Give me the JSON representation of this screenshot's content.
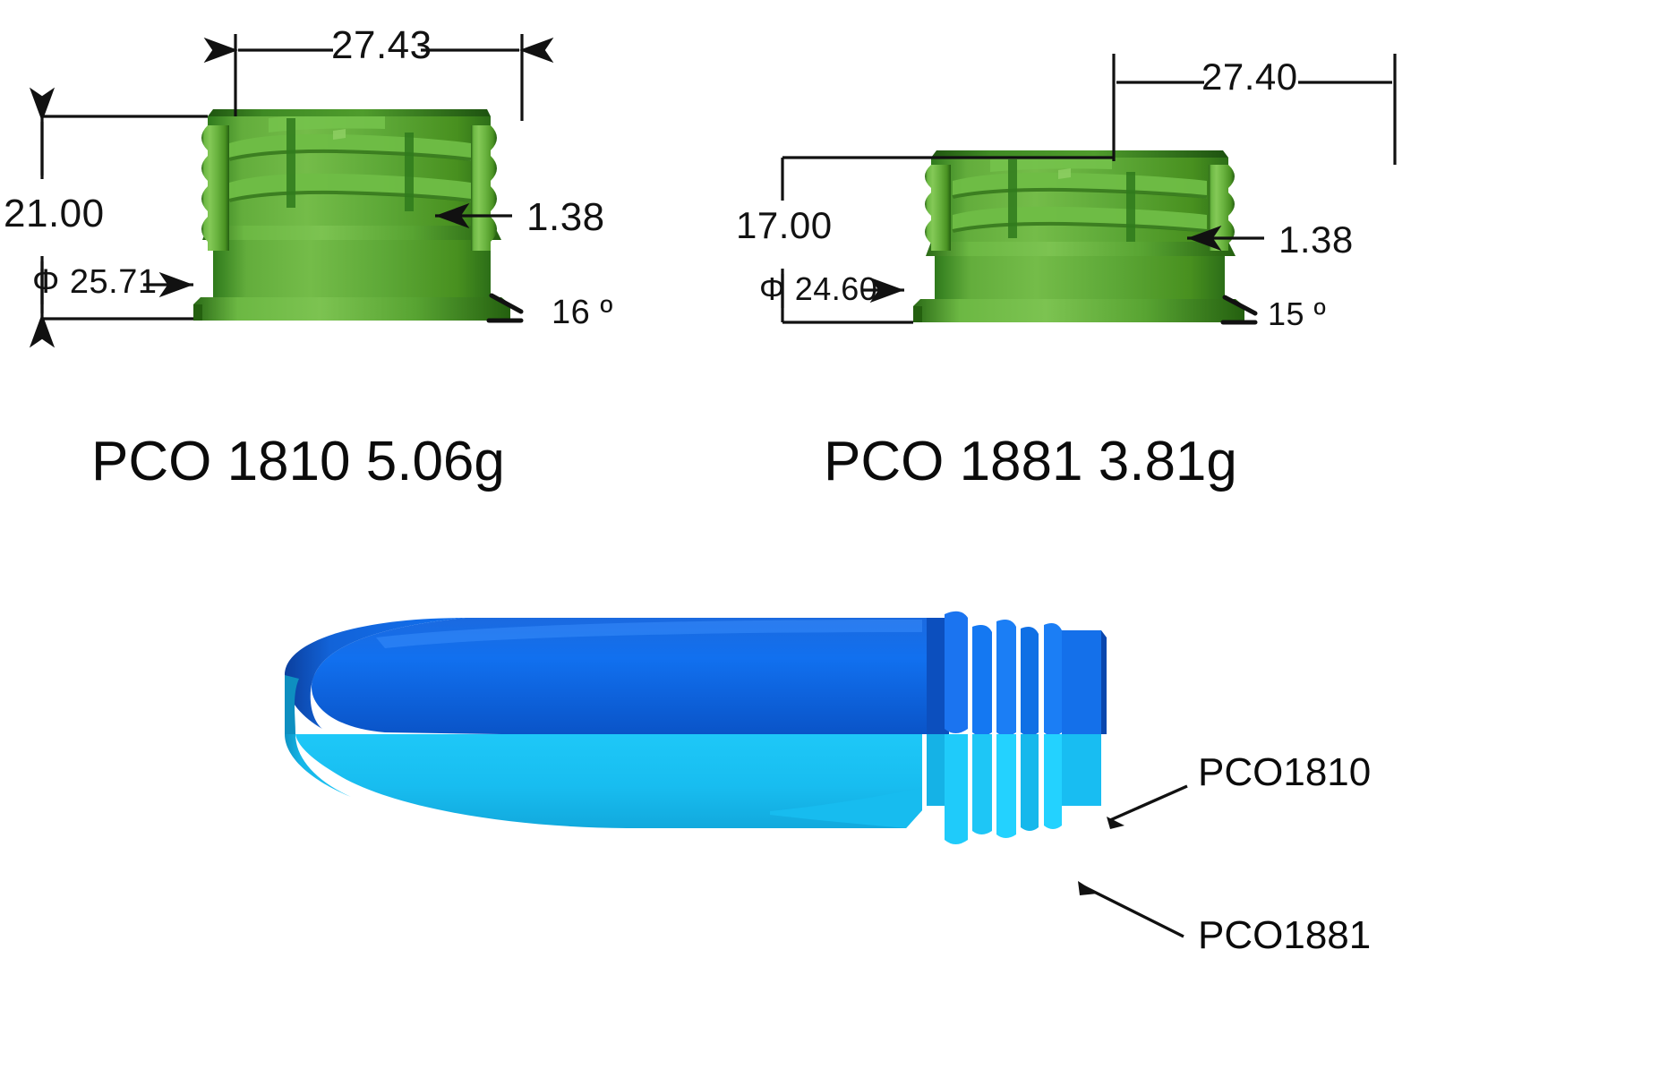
{
  "figure": {
    "kind": "technical-drawing",
    "background_color": "#ffffff",
    "ink_color": "#111111"
  },
  "neck_finish_left": {
    "part_label": "PCO 1810   5.06g",
    "part_name": "PCO 1810",
    "weight": "5.06g",
    "render_color_main": "#4ea32e",
    "render_color_shadow": "#2f7a1c",
    "dimensions": {
      "outer_diameter": "27.43",
      "height": "21.00",
      "inner_diameter_label": "Φ  25.71",
      "inner_diameter_value": "25.71",
      "wall_thickness": "1.38",
      "angle": "16",
      "angle_label": "16 º",
      "angle_unit": "º"
    }
  },
  "neck_finish_right": {
    "part_label": "PCO 1881 3.81g",
    "part_name": "PCO 1881",
    "weight": "3.81g",
    "render_color_main": "#4ea32e",
    "render_color_shadow": "#2f7a1c",
    "dimensions": {
      "outer_diameter": "27.40",
      "height": "17.00",
      "inner_diameter_label": "Φ 24.60",
      "inner_diameter_value": "24.60",
      "wall_thickness": "1.38",
      "angle": "15",
      "angle_label": "15 º",
      "angle_unit": "º"
    }
  },
  "preform": {
    "callout_top": "PCO1810",
    "callout_bottom": "PCO1881",
    "color_upper": "#0f62d8",
    "color_lower": "#19c6f5",
    "color_upper_dark": "#0a3fa0",
    "color_lower_dark": "#0fa4d8"
  },
  "icons": {
    "diameter_symbol": "Φ",
    "degree_symbol": "º",
    "arrow_right": "→"
  }
}
